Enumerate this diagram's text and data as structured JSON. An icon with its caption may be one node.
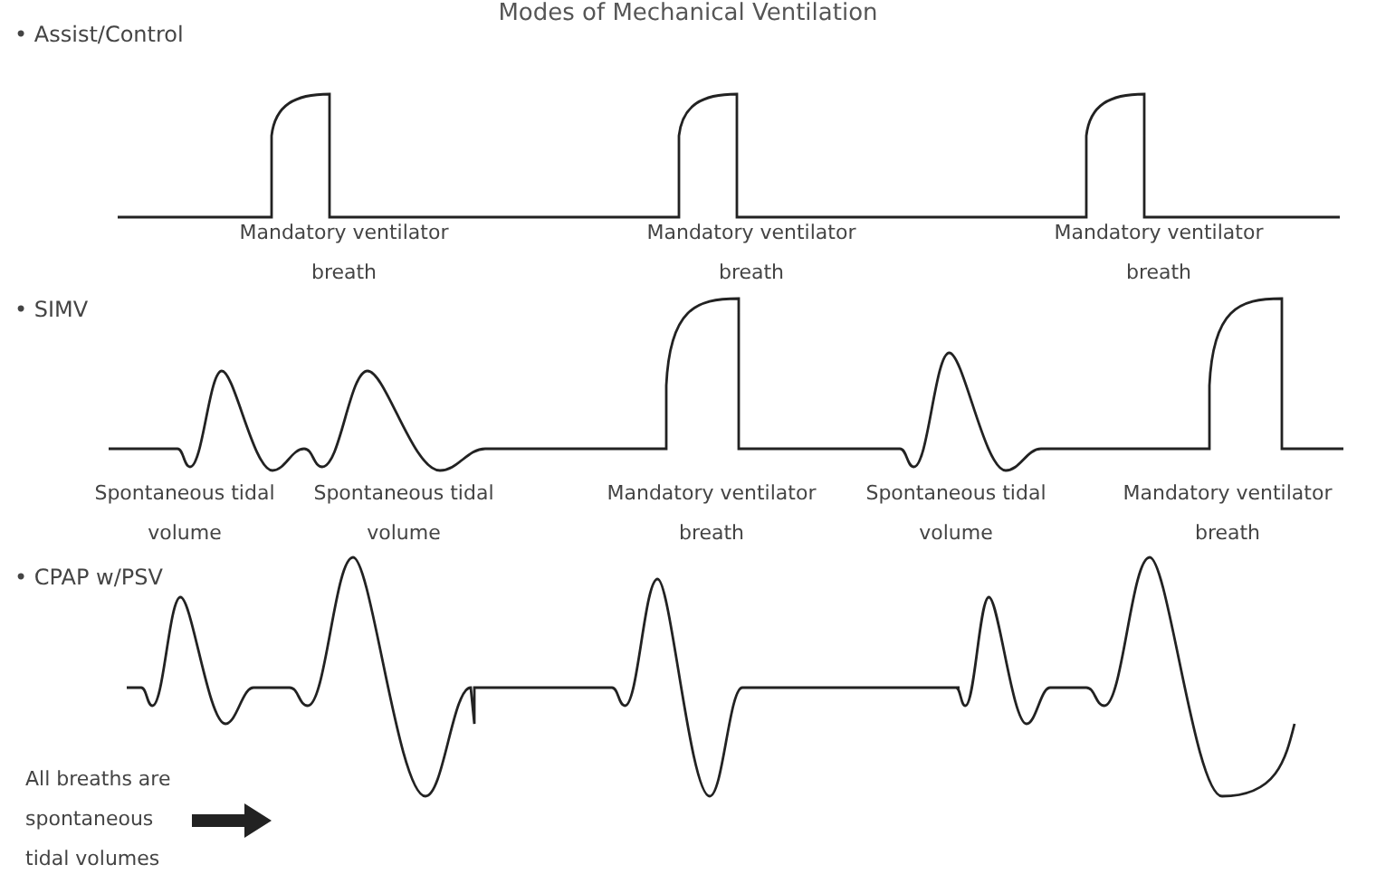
{
  "diagram": {
    "title": "Modes of Mechanical Ventilation",
    "labels": [
      "• Assist/Control",
      "Mandatory ventilator breath",
      "Mandatory ventilator breath",
      "Mandatory ventilator breath",
      "• SIMV",
      "Spontaneous tidal volume",
      "Spontaneous tidal volume",
      "Mandatory ventilator breath",
      "Spontaneous tidal volume",
      "Mandatory ventilator breath",
      "• CPAP w/PSV",
      "All breaths are spontaneous tidal volumes"
    ]
  }
}
